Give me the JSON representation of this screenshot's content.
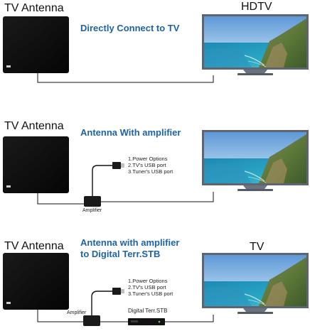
{
  "colors": {
    "heading": "#1d63a6",
    "antenna": "#0a0a0a",
    "tv_frame": "#5e6570",
    "tv_stand": "#6b7280",
    "cable": "#111111"
  },
  "icons": {
    "antenna": "flat-antenna-icon",
    "tv": "hdtv-icon",
    "amplifier": "amplifier-box-icon",
    "usb": "usb-plug-icon",
    "stb": "set-top-box-icon"
  },
  "section1": {
    "antenna_label": "TV Antenna",
    "tv_label": "HDTV",
    "heading": "Directly Connect to TV"
  },
  "section2": {
    "antenna_label": "TV Antenna",
    "heading": "Antenna With amplifier",
    "options": [
      "1.Power Options",
      "2.TV's USB port",
      "3.Tuner's USB port"
    ],
    "amplifier_label": "Amplifier"
  },
  "section3": {
    "antenna_label": "TV Antenna",
    "heading_line1": "Antenna with amplifier",
    "heading_line2": "to Digital Terr.STB",
    "tv_label": "TV",
    "options": [
      "1.Power Options",
      "2.TV's USB port",
      "3.Tuner's USB port"
    ],
    "amplifier_label": "Amplifier",
    "stb_label": "Digital Terr.STB"
  }
}
